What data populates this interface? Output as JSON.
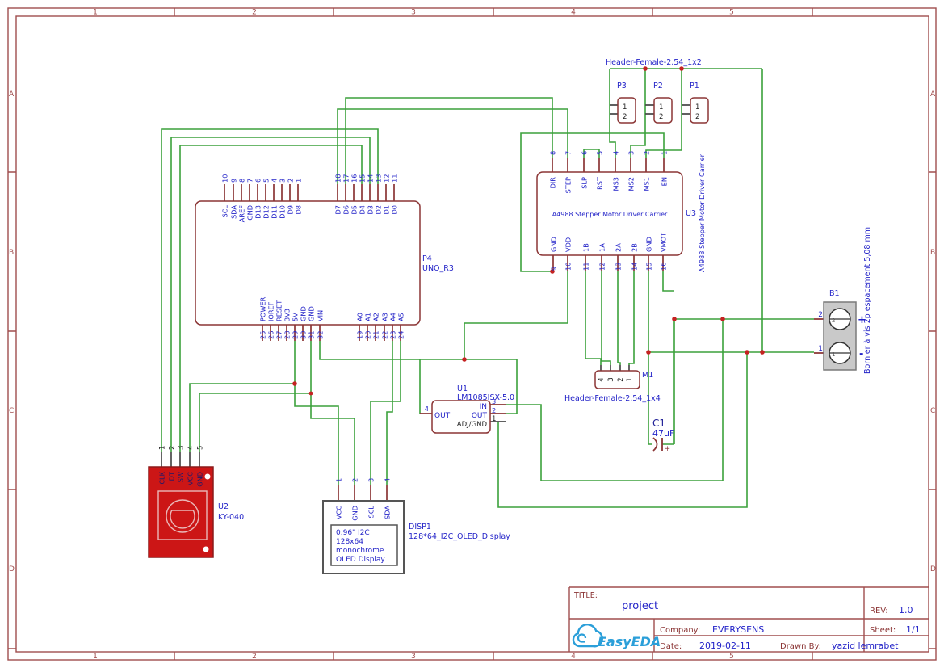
{
  "frame": {
    "cols": [
      "1",
      "2",
      "3",
      "4",
      "5"
    ],
    "rows": [
      "A",
      "B",
      "C",
      "D"
    ]
  },
  "uno": {
    "refdes": "P4",
    "value": "UNO_R3",
    "top_l": [
      {
        "n": "10",
        "name": "SCL"
      },
      {
        "n": "9",
        "name": "SDA"
      },
      {
        "n": "8",
        "name": "AREF"
      },
      {
        "n": "7",
        "name": "GND"
      },
      {
        "n": "6",
        "name": "D13"
      },
      {
        "n": "5",
        "name": "D12"
      },
      {
        "n": "4",
        "name": "D11"
      },
      {
        "n": "3",
        "name": "D10"
      },
      {
        "n": "2",
        "name": "D9"
      },
      {
        "n": "1",
        "name": "D8"
      }
    ],
    "top_r": [
      {
        "n": "18",
        "name": "D7"
      },
      {
        "n": "17",
        "name": "D6"
      },
      {
        "n": "16",
        "name": "D5"
      },
      {
        "n": "15",
        "name": "D4"
      },
      {
        "n": "14",
        "name": "D3"
      },
      {
        "n": "13",
        "name": "D2"
      },
      {
        "n": "12",
        "name": "D1"
      },
      {
        "n": "11",
        "name": "D0"
      }
    ],
    "bot_l": [
      {
        "n": "25",
        "name": "POWER"
      },
      {
        "n": "26",
        "name": "IOREF"
      },
      {
        "n": "27",
        "name": "RESET"
      },
      {
        "n": "28",
        "name": "3V3"
      },
      {
        "n": "29",
        "name": "5V"
      },
      {
        "n": "30",
        "name": "GND"
      },
      {
        "n": "31",
        "name": "GND"
      },
      {
        "n": "32",
        "name": "VIN"
      }
    ],
    "bot_r": [
      {
        "n": "19",
        "name": "A0"
      },
      {
        "n": "20",
        "name": "A1"
      },
      {
        "n": "21",
        "name": "A2"
      },
      {
        "n": "22",
        "name": "A3"
      },
      {
        "n": "23",
        "name": "A4"
      },
      {
        "n": "24",
        "name": "A5"
      }
    ]
  },
  "drv": {
    "refdes": "U3",
    "center": "A4988 Stepper Motor Driver Carrier",
    "side": "A4988 Stepper Motor Driver Carrier",
    "top": [
      {
        "n": "8",
        "name": "DIR"
      },
      {
        "n": "7",
        "name": "STEP"
      },
      {
        "n": "6",
        "name": "SLP"
      },
      {
        "n": "5",
        "name": "RST"
      },
      {
        "n": "4",
        "name": "MS3"
      },
      {
        "n": "3",
        "name": "MS2"
      },
      {
        "n": "2",
        "name": "MS1"
      },
      {
        "n": "1",
        "name": "EN"
      }
    ],
    "bot": [
      {
        "n": "9",
        "name": "GND"
      },
      {
        "n": "10",
        "name": "VDD"
      },
      {
        "n": "11",
        "name": "1B"
      },
      {
        "n": "12",
        "name": "1A"
      },
      {
        "n": "13",
        "name": "2A"
      },
      {
        "n": "14",
        "name": "2B"
      },
      {
        "n": "15",
        "name": "GND"
      },
      {
        "n": "16",
        "name": "VMOT"
      }
    ]
  },
  "hdr2": {
    "caption": "Header-Female-2.54_1x2",
    "p3": "P3",
    "p2": "P2",
    "p1": "P1",
    "n1": "1",
    "n2": "2"
  },
  "m1": {
    "refdes": "M1",
    "caption": "Header-Female-2.54_1x4",
    "pins": [
      "4",
      "3",
      "2",
      "1"
    ]
  },
  "u1": {
    "refdes": "U1",
    "value": "LM1085ISX-5.0",
    "pin4": "4",
    "pin3": "3",
    "pin2": "2",
    "pin1": "1",
    "out_l": "OUT",
    "in_r": "IN",
    "out_r": "OUT",
    "adj": "ADJ/GND"
  },
  "c1": {
    "refdes": "C1",
    "value": "47uF",
    "plus": "+"
  },
  "disp": {
    "refdes": "DISP1",
    "value": "128*64_I2C_OLED_Display",
    "pins": [
      {
        "n": "1",
        "name": "VCC"
      },
      {
        "n": "2",
        "name": "GND"
      },
      {
        "n": "3",
        "name": "SCL"
      },
      {
        "n": "4",
        "name": "SDA"
      }
    ],
    "screen": [
      "0.96\" I2C",
      "128x64",
      "monochrome",
      "OLED Display"
    ]
  },
  "ky": {
    "refdes": "U2",
    "value": "KY-040",
    "pins": [
      {
        "n": "1",
        "name": "CLK"
      },
      {
        "n": "2",
        "name": "DT"
      },
      {
        "n": "3",
        "name": "SW"
      },
      {
        "n": "4",
        "name": "VCC"
      },
      {
        "n": "5",
        "name": "GND"
      }
    ]
  },
  "b1": {
    "refdes": "B1",
    "caption": "Bornier à vis 2p espacement 5,08 mm",
    "pin2": "2",
    "pin1": "1",
    "plus": "+",
    "minus": "-"
  },
  "titleblock": {
    "title_label": "TITLE:",
    "title": "project",
    "rev_label": "REV:",
    "rev": "1.0",
    "company_label": "Company:",
    "company": "EVERYSENS",
    "sheet_label": "Sheet:",
    "sheet": "1/1",
    "date_label": "Date:",
    "date": "2019-02-11",
    "drawn_label": "Drawn By:",
    "drawn": "yazid lemrabet",
    "logo": "EasyEDA"
  },
  "colors": {
    "wire": "#3ba13b",
    "frame": "#a04e4e",
    "component": "#8b3535",
    "text_blue": "#2323c8",
    "logo_blue": "#2b9fd9",
    "junction": "#c52222",
    "module_red": "#cc1616"
  }
}
